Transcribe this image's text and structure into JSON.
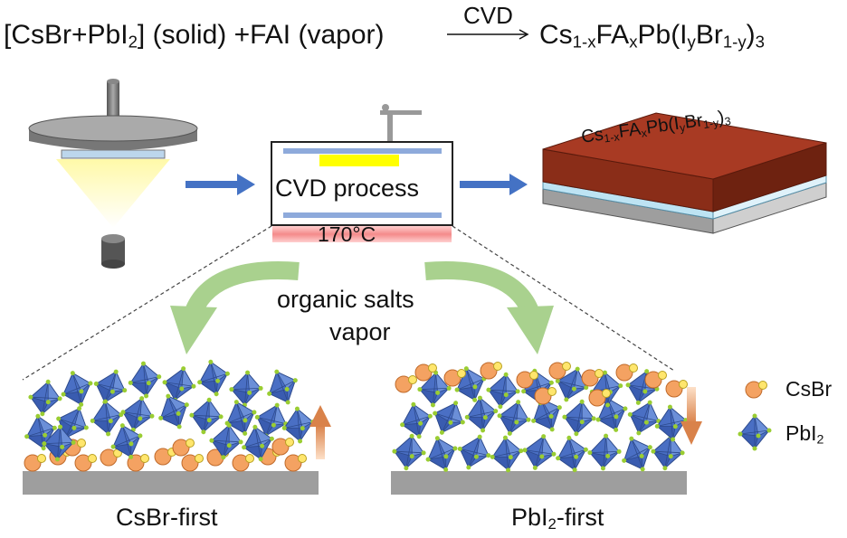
{
  "reaction": {
    "lhs_1": "[CsBr+PbI",
    "lhs_1_sub": "2",
    "lhs_2": "] (solid) +FAI (vapor)",
    "arrow_label": "CVD",
    "product_cs": "Cs",
    "product_cs_sub": "1-x",
    "product_fa": "FA",
    "product_fa_sub": "x",
    "product_pb": "Pb(I",
    "product_y_sub": "y",
    "product_br": "Br",
    "product_br_sub": "1-y",
    "product_end": ")",
    "product_end_sub": "3"
  },
  "chamber": {
    "process_label": "CVD process",
    "temperature": "170°C"
  },
  "film": {
    "cs": "Cs",
    "cs_sub": "1-x",
    "fa": "FA",
    "fa_sub": "x",
    "pb": "Pb(I",
    "y_sub": "y",
    "br": "Br",
    "br_sub": "1-y",
    "end": ")",
    "end_sub": "3"
  },
  "vapor": {
    "line1": "organic salts",
    "line2": "vapor"
  },
  "panels": {
    "left_label": "CsBr-first",
    "right_label_main": "PbI",
    "right_label_sub": "2",
    "right_label_end": "-first"
  },
  "legend": {
    "csbr": "CsBr",
    "pbi2_main": "PbI",
    "pbi2_sub": "2"
  },
  "colors": {
    "arrow_blue": "#4472c4",
    "curved_arrow_green": "#a9d18e",
    "film_red": "#a83a23",
    "octahedron_blue": "#4a6fc4",
    "vertex_green": "#9acd32",
    "csbr_orange": "#f4a262",
    "heater_red": "#f7a3a3",
    "source_yellow": "#ffff00",
    "substrate_gray": "#9e9e9e"
  },
  "icons": [
    "spin-coater-icon",
    "cvd-chamber-icon",
    "film-stack-icon",
    "octahedron-icon",
    "csbr-particle-icon"
  ]
}
